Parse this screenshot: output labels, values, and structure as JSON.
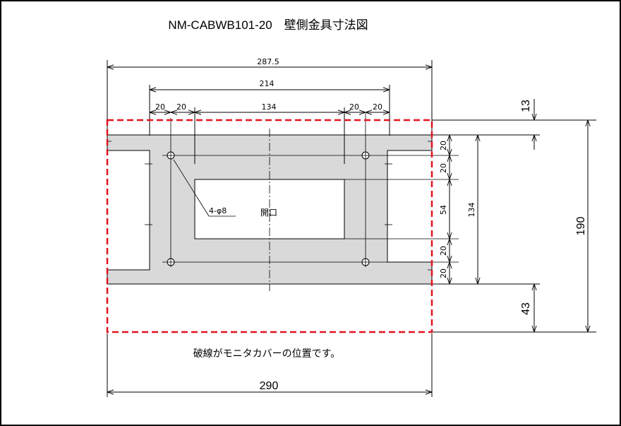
{
  "title": "NM-CABWB101-20　壁側金具寸法図",
  "labels": {
    "opening": "開口",
    "holes": "4-φ8",
    "note": "破線がモニタカバーの位置です。"
  },
  "dimensions": {
    "top_width": "287.5",
    "inner_width": "214",
    "hole_offset_1": "20",
    "hole_offset_2": "20",
    "opening_width": "134",
    "hole_offset_3": "20",
    "hole_offset_4": "20",
    "right_v_1": "20",
    "right_v_2": "20",
    "opening_height": "54",
    "right_v_3": "20",
    "right_v_4": "20",
    "bracket_height": "134",
    "top_margin": "13",
    "bottom_margin": "43",
    "total_height": "190",
    "cover_width": "290"
  },
  "colors": {
    "plate_fill": "#d9d9d9",
    "cover_dash": "#e0141e",
    "line": "#000000"
  }
}
